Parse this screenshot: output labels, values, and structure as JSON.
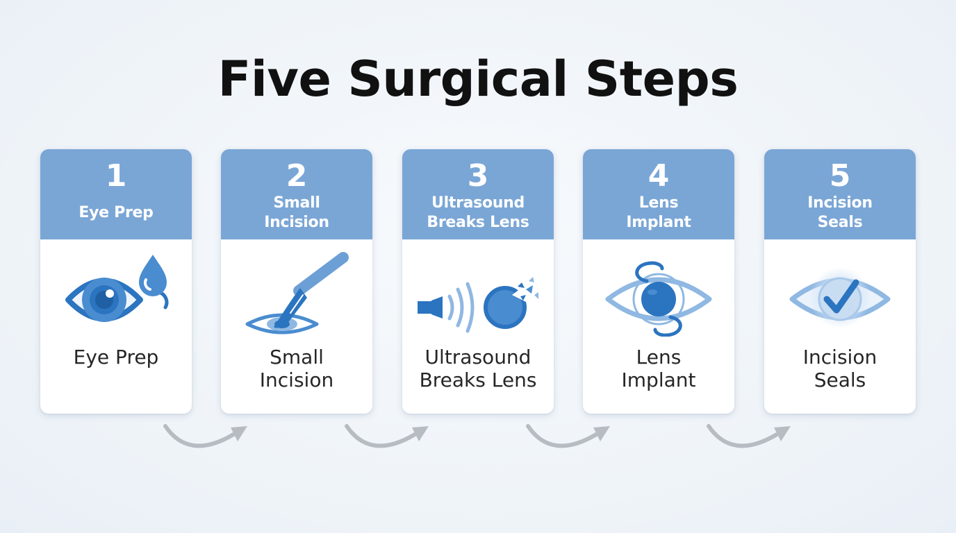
{
  "title": "Five Surgical Steps",
  "colors": {
    "header": "#7aa6d6",
    "icon_dark": "#2b74c0",
    "icon_light": "#8fb8e2",
    "arrow": "#b7bcc3"
  },
  "steps": [
    {
      "number": "1",
      "header_lines": [
        "Eye Prep"
      ],
      "body_lines": [
        "Eye Prep"
      ],
      "icon": "eye-drop-icon"
    },
    {
      "number": "2",
      "header_lines": [
        "Small",
        "Incision"
      ],
      "body_lines": [
        "Small",
        "Incision"
      ],
      "icon": "scalpel-icon"
    },
    {
      "number": "3",
      "header_lines": [
        "Ultrasound",
        "Breaks Lens"
      ],
      "body_lines": [
        "Ultrasound",
        "Breaks Lens"
      ],
      "icon": "ultrasound-icon"
    },
    {
      "number": "4",
      "header_lines": [
        "Lens",
        "Implant"
      ],
      "body_lines": [
        "Lens",
        "Implant"
      ],
      "icon": "lens-implant-icon"
    },
    {
      "number": "5",
      "header_lines": [
        "Incision",
        "Seals"
      ],
      "body_lines": [
        "Incision",
        "Seals"
      ],
      "icon": "checkmark-eye-icon"
    }
  ]
}
